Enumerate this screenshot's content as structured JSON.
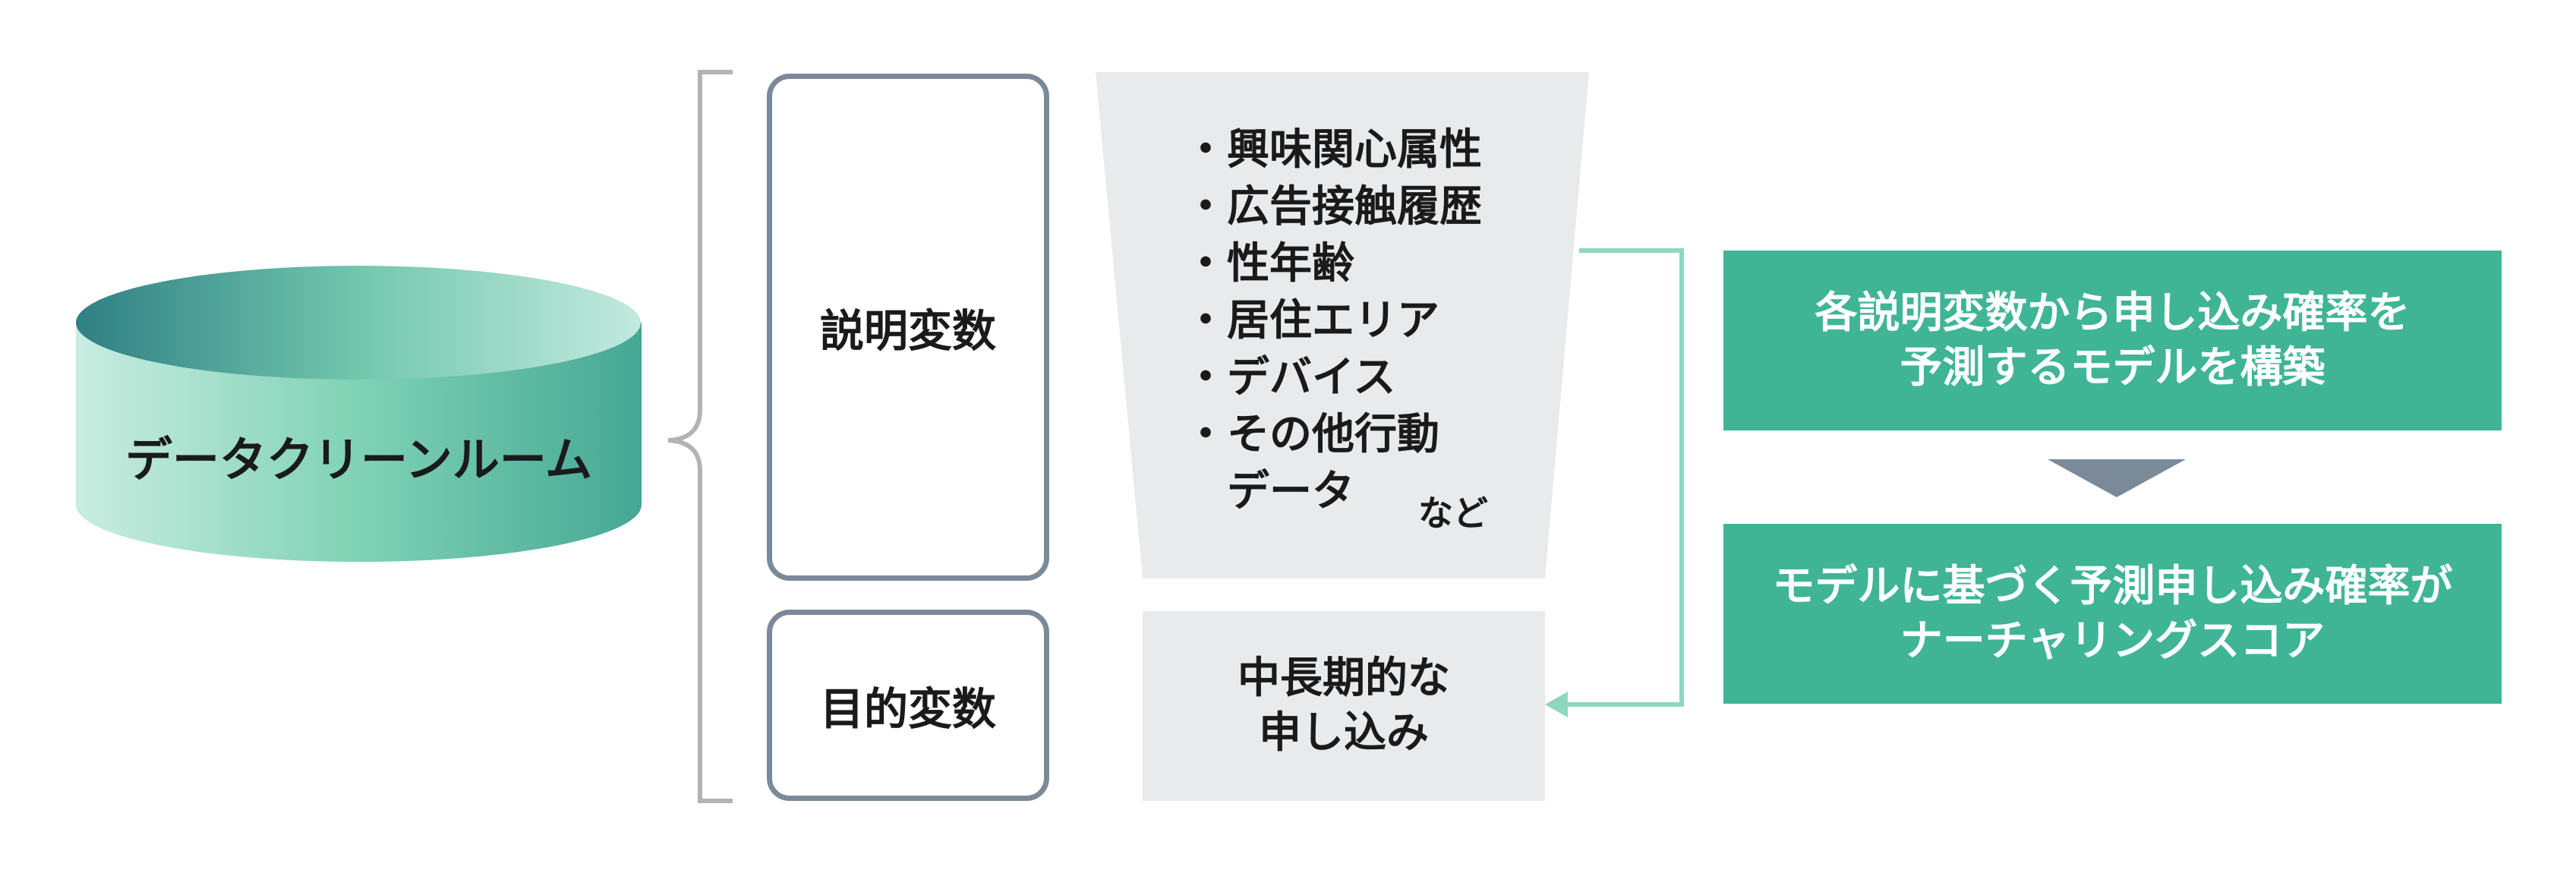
{
  "data_clean_room": {
    "label": "データクリーンルーム"
  },
  "explanatory_variables": {
    "label": "説明変数",
    "items": [
      "・興味関心属性",
      "・広告接触履歴",
      "・性年齢",
      "・居住エリア",
      "・デバイス",
      "・その他行動",
      "　データ"
    ],
    "note": "など"
  },
  "target_variable": {
    "label": "目的変数",
    "value_line1": "中長期的な",
    "value_line2": "申し込み"
  },
  "model_step": {
    "line1": "各説明変数から申し込み確率を",
    "line2": "予測するモデルを構築"
  },
  "score_step": {
    "line1": "モデルに基づく予測申し込み確率が",
    "line2": "ナーチャリングスコア"
  },
  "colors": {
    "accent_green": "#40b596",
    "connector_green": "#8fd6c0",
    "box_border": "#7b8a99",
    "panel_gray": "#e8eaec",
    "arrow_gray": "#7a8a99"
  }
}
